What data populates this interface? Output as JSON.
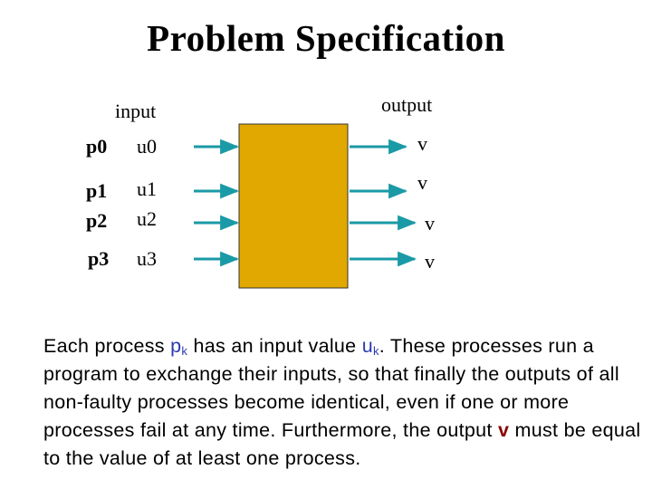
{
  "title": "Problem Specification",
  "input_header": "input",
  "output_header": "output",
  "rows": [
    {
      "process": "p0",
      "input": "u0",
      "output": "v"
    },
    {
      "process": "p1",
      "input": "u1",
      "output": "v"
    },
    {
      "process": "p2",
      "input": "u2",
      "output": "v"
    },
    {
      "process": "p3",
      "input": "u3",
      "output": "v"
    }
  ],
  "description": {
    "t1": "Each process ",
    "p": "p",
    "p_sub": "k",
    "t2": " has an input value ",
    "u": "u",
    "u_sub": "k",
    "t3": ". These processes run a program to exchange their inputs, so that finally the outputs of all non-faulty processes become identical, even if one or more processes fail at any time. Furthermore, the output ",
    "v": "v",
    "t4": " must be equal to the value of at least one process."
  },
  "colors": {
    "box": "#e0a800",
    "arrow": "#1a9aa6",
    "highlight_blue": "#2a3bb0",
    "highlight_red": "#8b0000"
  }
}
